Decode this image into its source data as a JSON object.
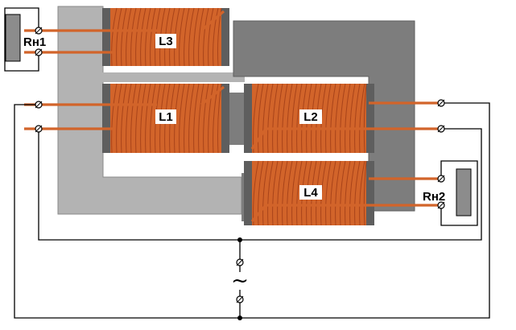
{
  "title": "",
  "colors": {
    "core_light": "#b3b3b3",
    "core_dark": "#7d7d7d",
    "bobbin": "#5e5e5e",
    "winding": "#d2642a",
    "winding_shade": "#a8431a",
    "label_bg": "#ffffff",
    "load": "#8c8c8c",
    "wire": "#000000"
  },
  "coils": [
    {
      "id": "L3",
      "label": "L3"
    },
    {
      "id": "L1",
      "label": "L1"
    },
    {
      "id": "L2",
      "label": "L2"
    },
    {
      "id": "L4",
      "label": "L4"
    }
  ],
  "loads": [
    {
      "id": "Rh1",
      "label": "Rн1"
    },
    {
      "id": "Rh2",
      "label": "Rн2"
    }
  ],
  "source": {
    "symbol": "~",
    "icon": "ac-source-icon"
  }
}
